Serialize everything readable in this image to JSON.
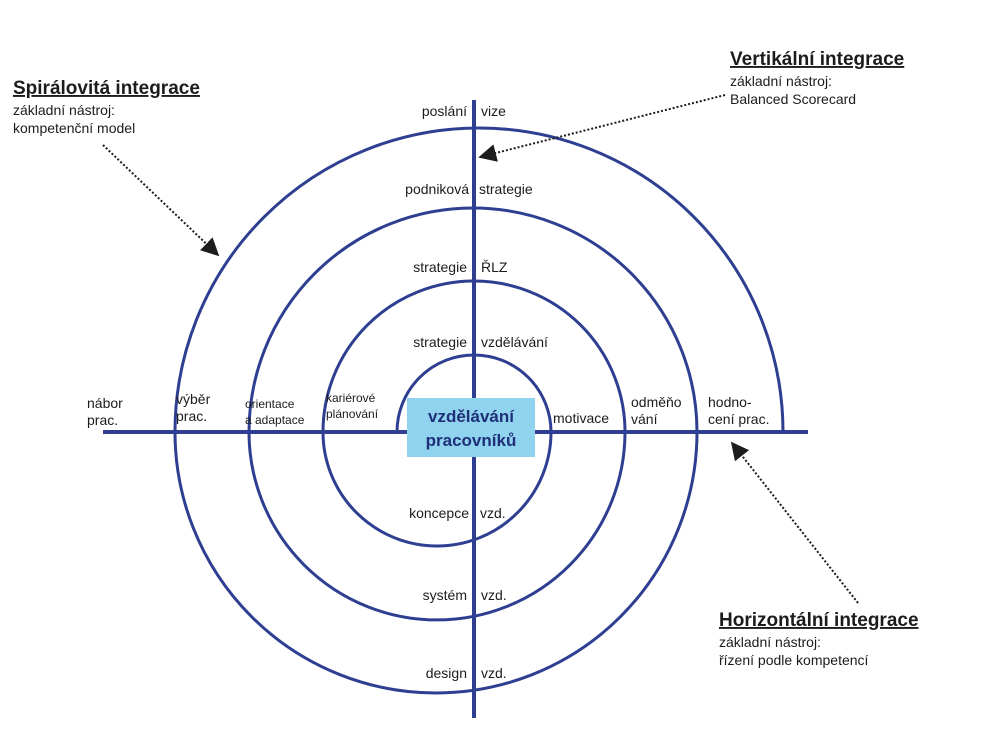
{
  "colors": {
    "line": "#2e3f92",
    "center_box": "#8fd3ee",
    "center_text": "#1f2f78",
    "text": "#1c1c1c",
    "arrow": "#1c1c1c"
  },
  "annotations": {
    "spiral": {
      "title": "Spirálovitá integrace",
      "line1": "základní nástroj:",
      "line2": "kompetenční model"
    },
    "vertical": {
      "title": "Vertikální  integrace",
      "line1": "základní nástroj:",
      "line2": "Balanced Scorecard"
    },
    "horizontal": {
      "title": "Horizontální integrace",
      "line1": "základní nástroj:",
      "line2": "řízení podle kompetencí"
    }
  },
  "center": {
    "line1": "vzdělávání",
    "line2": "pracovníků"
  },
  "vertical_axis": {
    "top_pairs": [
      {
        "left": "poslání",
        "right": "vize"
      },
      {
        "left": "podniková",
        "right": "strategie"
      },
      {
        "left": "strategie",
        "right": "ŘLZ"
      },
      {
        "left": "strategie",
        "right": "vzdělávání"
      }
    ],
    "bottom_pairs": [
      {
        "left": "koncepce",
        "right": "vzd."
      },
      {
        "left": "systém",
        "right": "vzd."
      },
      {
        "left": "design",
        "right": "vzd."
      }
    ]
  },
  "horizontal_axis": {
    "left_labels": [
      {
        "line1": "nábor",
        "line2": "prac."
      },
      {
        "line1": "výběr",
        "line2": "prac."
      },
      {
        "line1": "orientace",
        "line2": "a adaptace"
      },
      {
        "line1": "kariérové",
        "line2": "plánování"
      }
    ],
    "right_labels": [
      {
        "line1": "motivace",
        "line2": ""
      },
      {
        "line1": "odměňo",
        "line2": "vání"
      },
      {
        "line1": "hodno-",
        "line2": "cení prac."
      }
    ]
  }
}
